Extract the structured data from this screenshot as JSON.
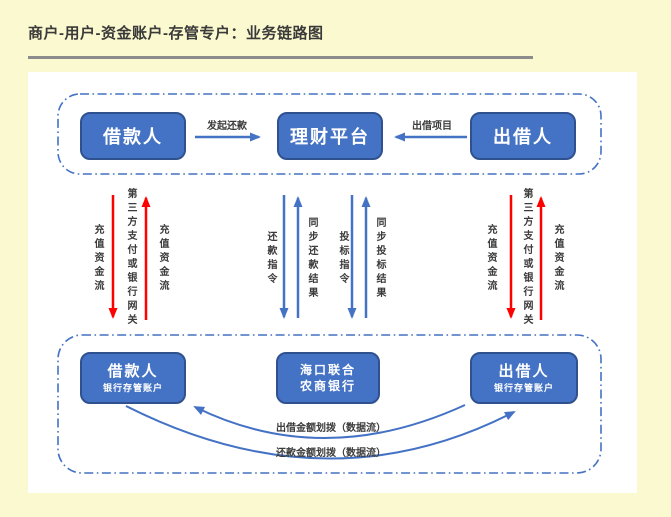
{
  "page": {
    "title": "商户-用户-资金账户-存管专户：业务链路图"
  },
  "colors": {
    "background": "#fbf9cf",
    "card": "#ffffff",
    "box_fill": "#4472c4",
    "box_border": "#2f528f",
    "blue_arrow": "#4472c4",
    "red_arrow": "#ff0000",
    "divider": "#8c8c8c",
    "title_text": "#3a3a3a"
  },
  "top_row": {
    "borrower": "借款人",
    "platform": "理财平台",
    "lender": "出借人",
    "arrow_repay_label": "发起还款",
    "arrow_lend_label": "出借项目"
  },
  "flows": {
    "left": {
      "down_label": "充值资金流",
      "gateway": "第三方支付或银行网关",
      "up_label": "充值资金流"
    },
    "center": {
      "repay_cmd": "还款指令",
      "repay_result": "同步还款结果",
      "bid_cmd": "投标指令",
      "bid_result": "同步投标结果"
    },
    "right": {
      "down_label": "充值资金流",
      "gateway": "第三方支付或银行网关",
      "up_label": "充值资金流"
    }
  },
  "bottom_row": {
    "borrower_account": {
      "title": "借款人",
      "subtitle": "银行存管账户"
    },
    "bank": {
      "line1": "海口联合",
      "line2": "农商银行"
    },
    "lender_account": {
      "title": "出借人",
      "subtitle": "银行存管账户"
    },
    "arc_lend_label": "出借金额划拨（数据流）",
    "arc_repay_label": "还款金额划拨（数据流）"
  }
}
